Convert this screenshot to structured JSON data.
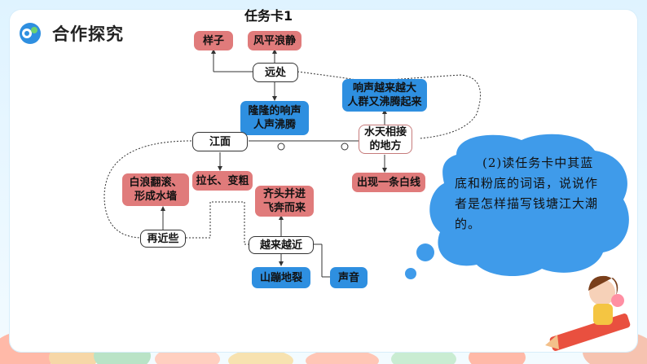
{
  "header": {
    "title": "合作探究",
    "task_card": "任务卡1"
  },
  "nodes": {
    "yangzi": "样子",
    "fengping": "风平浪静",
    "yuanchu": "远处",
    "longlong": "隆隆的响声人声沸腾",
    "xiangsheng": "响声越来越大人群又沸腾起来",
    "shuitian": "水天相接的地方",
    "jiangmian": "江面",
    "chuxian": "出现一条白线",
    "lachang": "拉长、变粗",
    "bailang": "白浪翻滚、形成水墙",
    "zaijinxie": "再近些",
    "qitou": "齐头并进飞奔而来",
    "yuelaiyuejin": "越来越近",
    "shanbeng": "山蹦地裂",
    "shengyin": "声音"
  },
  "bubble": {
    "text": "(2)读任务卡中其蓝底和粉底的词语，说说作者是怎样描写钱塘江大潮的。"
  },
  "colors": {
    "pink": "#e07b7b",
    "blue": "#2e8fe0",
    "bubble": "#3f9bea"
  }
}
